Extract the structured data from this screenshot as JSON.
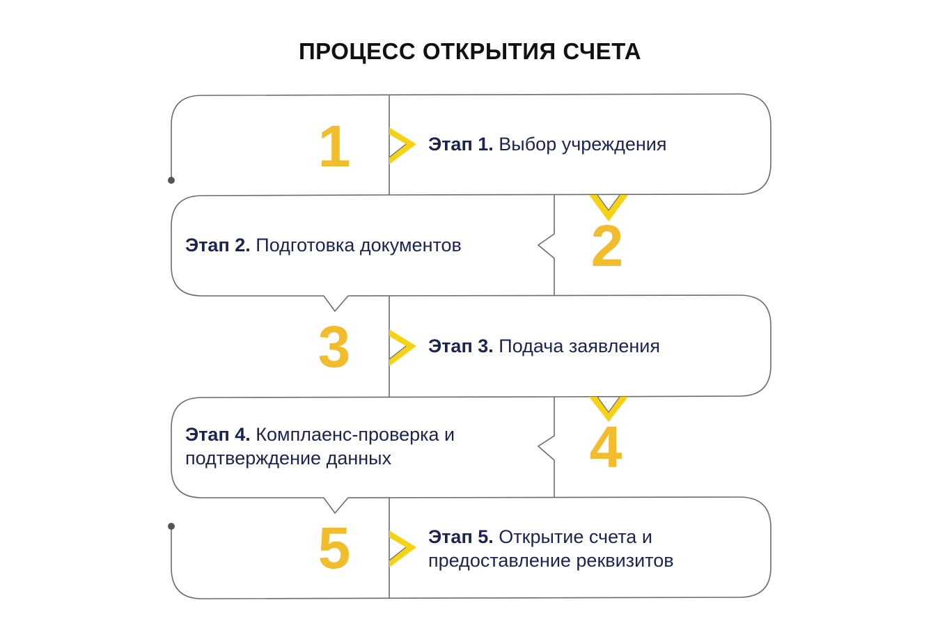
{
  "title": "ПРОЦЕСС ОТКРЫТИЯ СЧЕТА",
  "colors": {
    "number": "#f2bd2c",
    "chevron": "#f5d215",
    "text": "#1b2450",
    "outline": "#6b6b6b"
  },
  "steps": [
    {
      "number": "1",
      "label": "Этап 1.",
      "text": "Выбор учреждения"
    },
    {
      "number": "2",
      "label": "Этап 2.",
      "text": "Подготовка документов"
    },
    {
      "number": "3",
      "label": "Этап 3.",
      "text": "Подача заявления"
    },
    {
      "number": "4",
      "label": "Этап 4.",
      "text": "Комплаенс-проверка и подтверждение данных"
    },
    {
      "number": "5",
      "label": "Этап 5.",
      "text": "Открытие счета и предоставление реквизитов"
    }
  ]
}
